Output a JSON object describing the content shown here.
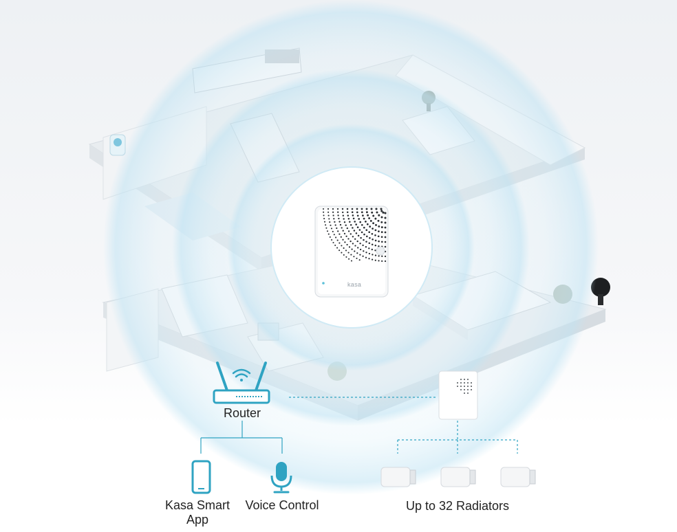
{
  "colors": {
    "accent": "#2fa3c2",
    "wave": "#cfeaf6",
    "floor": "#e6eaee",
    "background": "#eef1f4"
  },
  "hub": {
    "brand_text": "kasa",
    "icon": "hub-device-icon"
  },
  "router": {
    "label": "Router",
    "icon": "router-icon"
  },
  "controls": {
    "app_label": "Kasa Smart App",
    "app_icon": "smartphone-icon",
    "voice_label": "Voice Control",
    "voice_icon": "microphone-icon"
  },
  "radiators": {
    "label": "Up to 32 Radiators",
    "count_shown": 3,
    "icon": "radiator-valve-icon"
  }
}
